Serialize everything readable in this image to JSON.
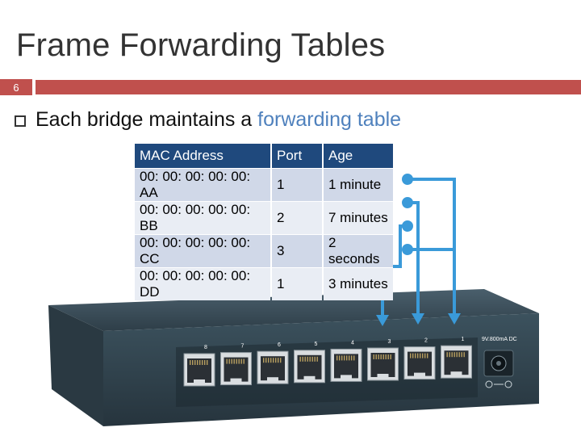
{
  "slide": {
    "title": "Frame Forwarding Tables",
    "number": "6"
  },
  "bullet": {
    "text_prefix": "Each bridge maintains a ",
    "text_highlight": "forwarding table"
  },
  "table": {
    "headers": [
      "MAC Address",
      "Port",
      "Age"
    ],
    "rows": [
      [
        "00: 00: 00: 00: 00: AA",
        "1",
        "1 minute"
      ],
      [
        "00: 00: 00: 00: 00: BB",
        "2",
        "7 minutes"
      ],
      [
        "00: 00: 00: 00: 00: CC",
        "3",
        "2 seconds"
      ],
      [
        "00: 00: 00: 00: 00: DD",
        "1",
        "3 minutes"
      ]
    ]
  },
  "switch": {
    "port_labels": [
      "8",
      "7",
      "6",
      "5",
      "4",
      "3",
      "2",
      "1"
    ],
    "power_label": "9V.800mA DC"
  },
  "colors": {
    "accent_red": "#c0504d",
    "table_header": "#1f497d",
    "highlight_blue": "#4f81bd",
    "arrow_blue": "#3a9ad9"
  }
}
